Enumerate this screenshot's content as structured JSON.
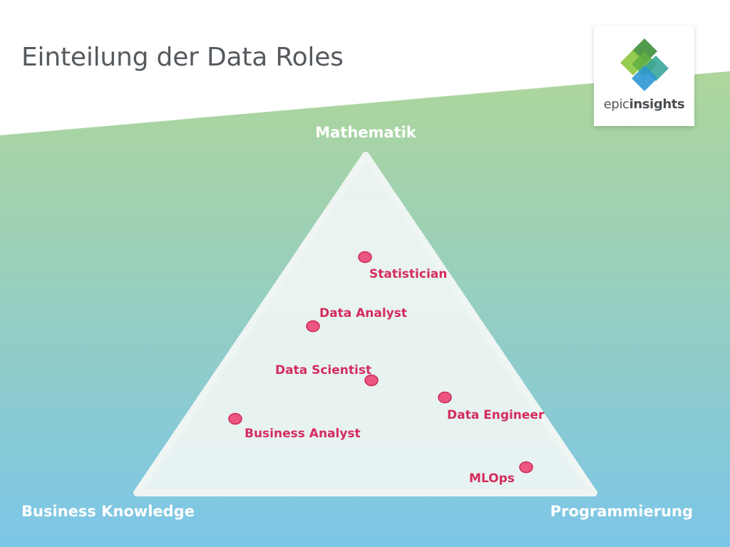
{
  "title": "Einteilung der Data Roles",
  "logo": {
    "text_light": "epic",
    "text_bold": "insights"
  },
  "axes": {
    "top": "Mathematik",
    "bottom_left": "Business Knowledge",
    "bottom_right": "Programmierung"
  },
  "roles": [
    {
      "label": "Statistician"
    },
    {
      "label": "Data Analyst"
    },
    {
      "label": "Data Scientist"
    },
    {
      "label": "Data Engineer"
    },
    {
      "label": "Business Analyst"
    },
    {
      "label": "MLOps"
    }
  ],
  "colors": {
    "gradient_top": "#aed69b",
    "gradient_bottom": "#7cc6e8",
    "triangle_fill": "#eff5f3",
    "marker_fill": "#ec5681",
    "marker_stroke": "#c92a59",
    "label_text": "#d42c5d",
    "title_text": "#555a5f",
    "logo_green_dark": "#3f8f3a",
    "logo_green": "#62b046",
    "logo_green_light": "#8cc63f",
    "logo_blue": "#2e97d3",
    "logo_teal": "#3aa69b"
  }
}
